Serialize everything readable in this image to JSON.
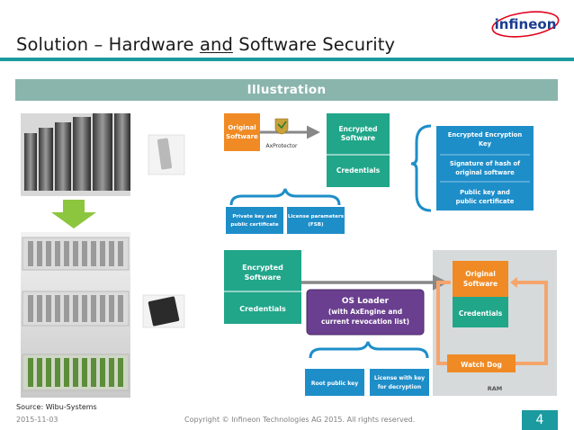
{
  "slide": {
    "title_part1": "Solution – Hardware ",
    "title_underlined": "and",
    "title_part2": " Software Security",
    "section_label": "Illustration",
    "source": "Source: Wibu-Systems",
    "footer_date": "2015-11-03",
    "footer_copyright": "Copyright © Infineon Technologies AG 2015. All rights reserved.",
    "page_number": "4",
    "logo_text": "infineon"
  },
  "diagram_top": {
    "original_software": [
      "Original",
      "Software"
    ],
    "axprotector": "AxProtector",
    "encrypted_software": [
      "Encrypted",
      "Software"
    ],
    "credentials": "Credentials",
    "encrypted_key": [
      "Encrypted Encryption",
      "Key"
    ],
    "signature": [
      "Signature of hash of",
      "original software"
    ],
    "public_key": [
      "Public key and",
      "public certificate"
    ],
    "private_key": [
      "Private key and",
      "public certificate"
    ],
    "license_params": [
      "License parameters",
      "(FSB)"
    ]
  },
  "diagram_bottom": {
    "encrypted_software": [
      "Encrypted",
      "Software"
    ],
    "credentials": "Credentials",
    "os_loader": [
      "OS Loader",
      "(with AxEngine and",
      "current revocation list)"
    ],
    "original_software": [
      "Original",
      "Software"
    ],
    "credentials_ram": "Credentials",
    "watchdog": "Watch Dog",
    "ram": "RAM",
    "root_public_key": "Root public key",
    "license_key": [
      "License with key",
      "for decryption"
    ]
  },
  "colors": {
    "teal": "#1b9aa0",
    "green_box": "#21a68a",
    "blue_box": "#1e8ec9",
    "orange_box": "#f08a24",
    "purple_box": "#6a3f8f",
    "section_bar": "#8ab5ad"
  }
}
